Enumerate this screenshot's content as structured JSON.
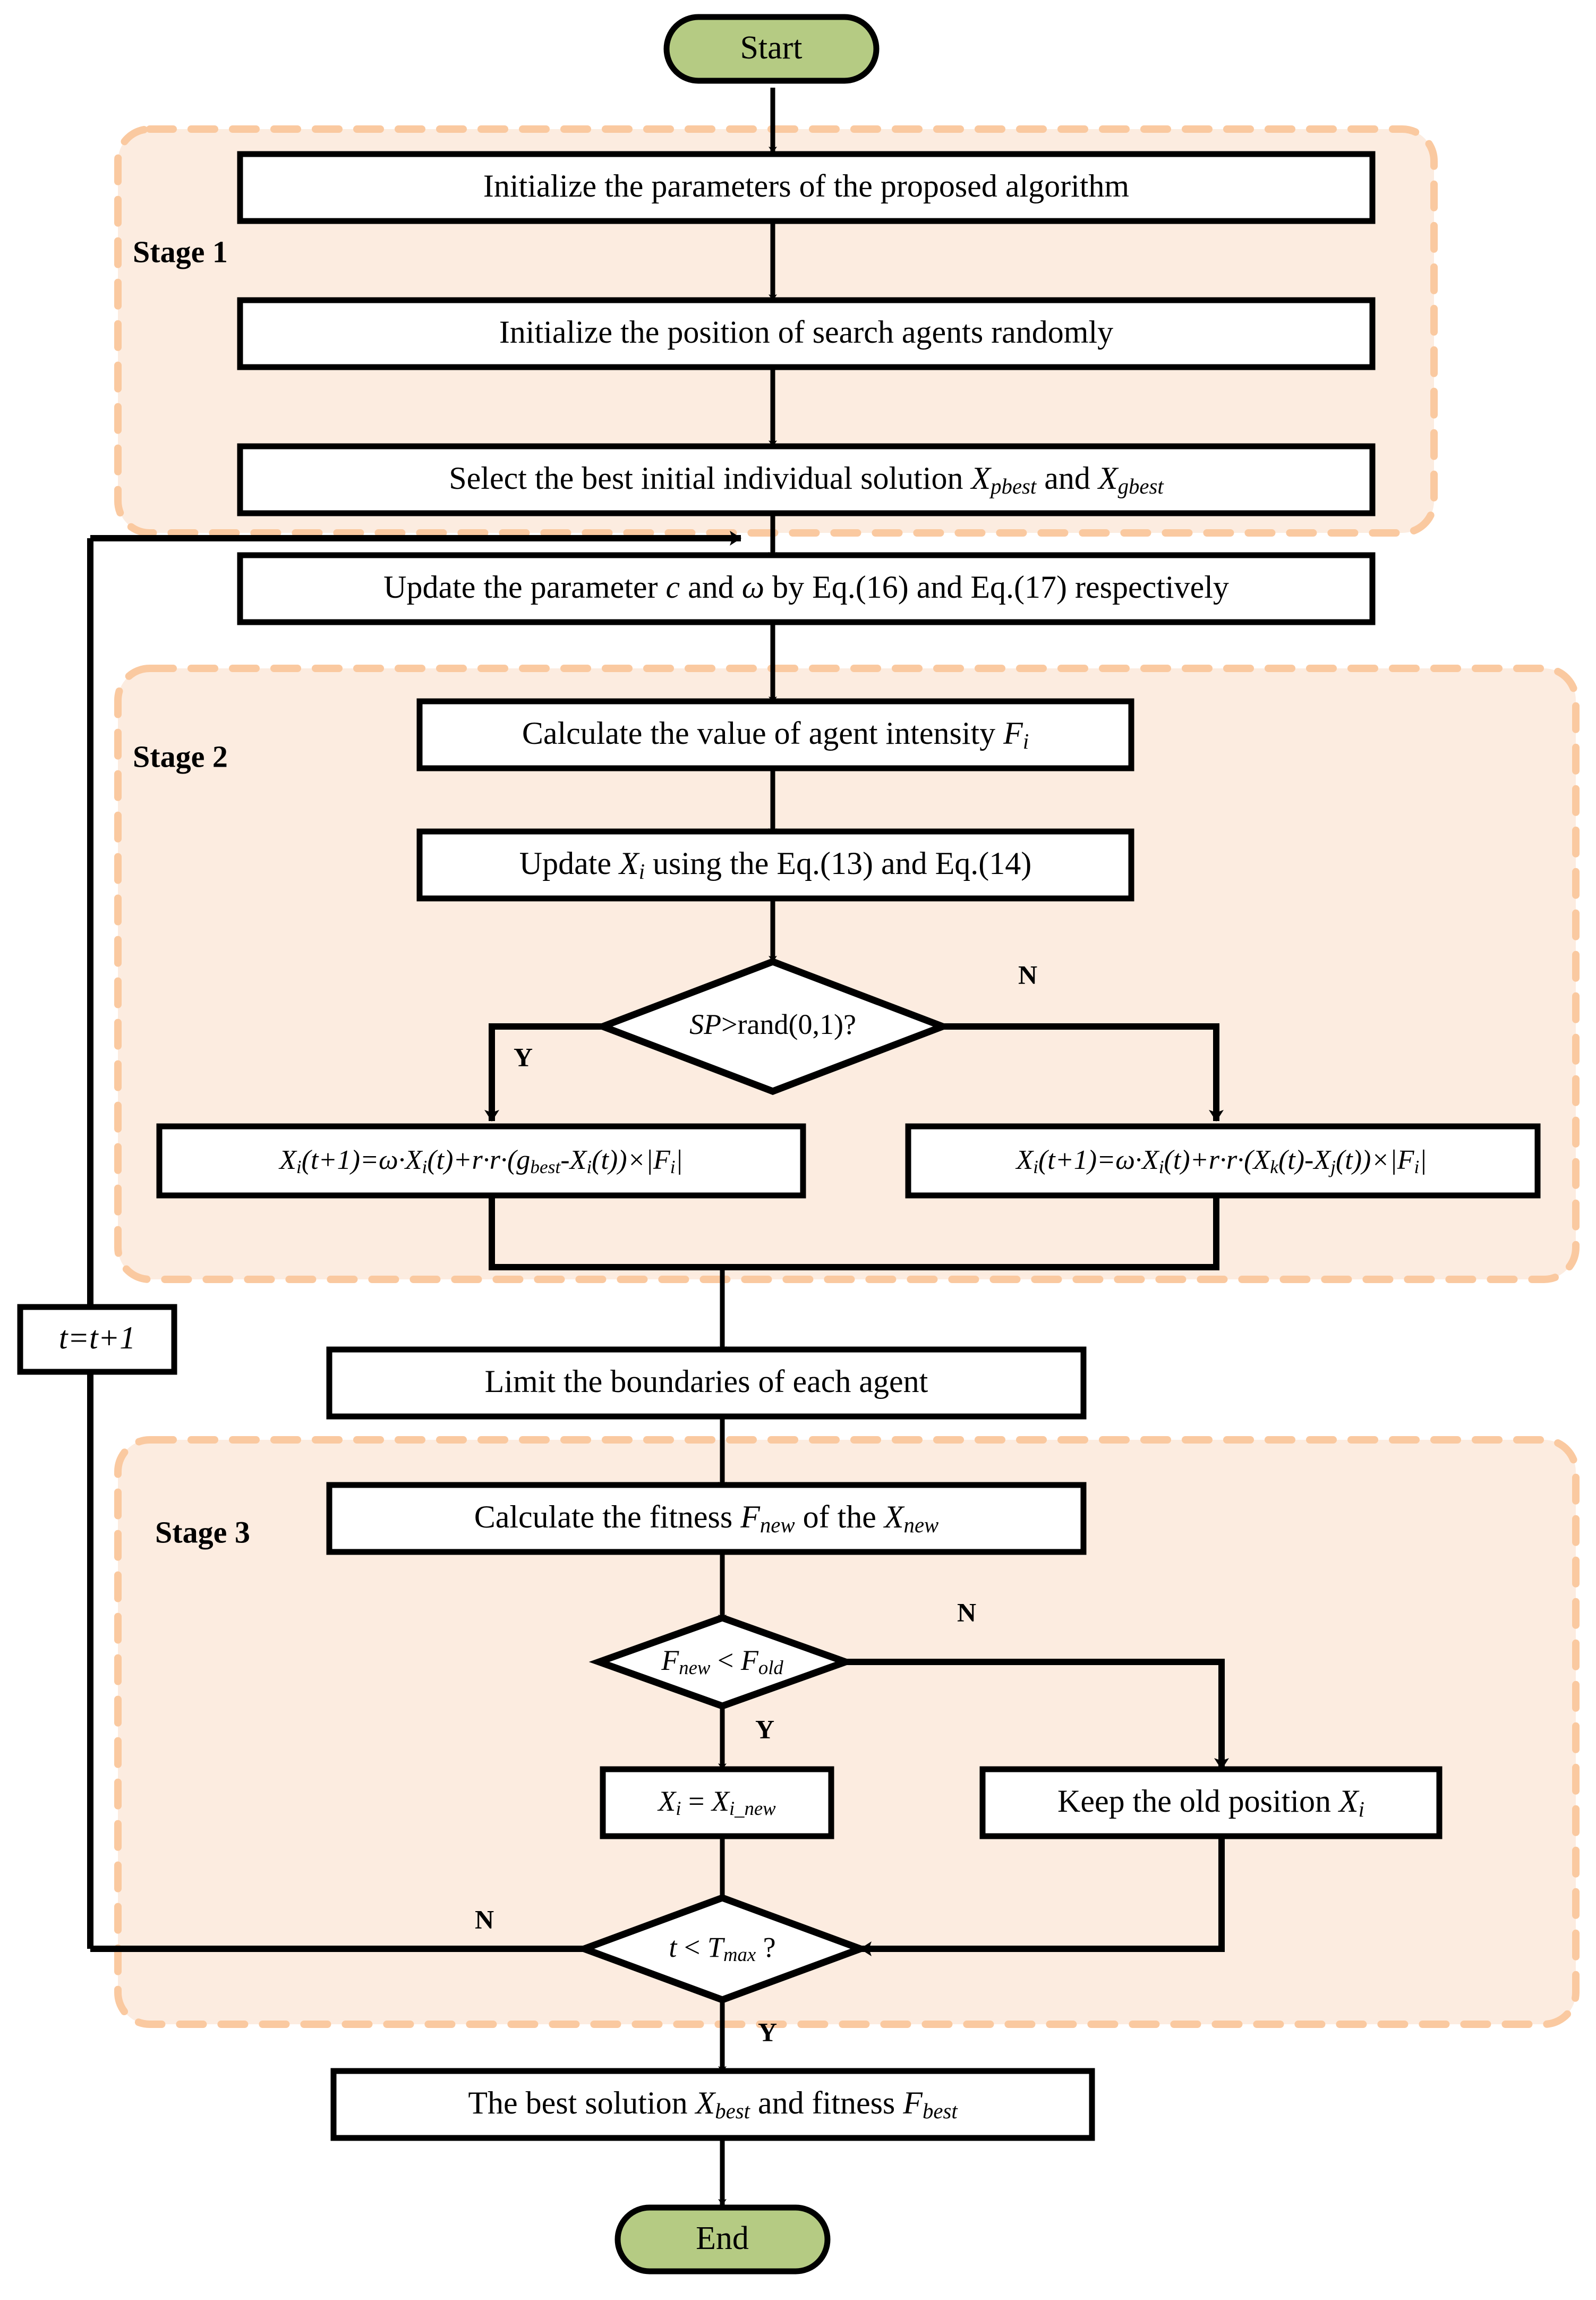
{
  "diagram": {
    "type": "flowchart",
    "title": "Flowchart of the proposed algorithm",
    "colors": {
      "terminator_fill": "#b5cb83",
      "stage_fill": "#fcece0",
      "stage_border": "#fac9a0",
      "node_fill": "#ffffff",
      "stroke": "#000000",
      "page_background": "#ffffff"
    }
  },
  "terminators": {
    "start": "Start",
    "end": "End"
  },
  "stages": [
    {
      "id": "stage1",
      "label": "Stage 1"
    },
    {
      "id": "stage2",
      "label": "Stage 2"
    },
    {
      "id": "stage3",
      "label": "Stage 3"
    }
  ],
  "nodes": {
    "init_params": "Initialize the parameters of the proposed algorithm",
    "init_positions": "Initialize the position of search agents randomly",
    "select_best_pre": "Select the best initial individual solution ",
    "select_best_x1": "X",
    "select_best_x1sub": "pbest",
    "select_best_mid": " and ",
    "select_best_x2": "X",
    "select_best_x2sub": "gbest",
    "update_param_pre": "Update the parameter ",
    "update_param_c": "c",
    "update_param_and": " and ",
    "update_param_omega": "ω",
    "update_param_post": " by Eq.(16) and Eq.(17) respectively",
    "calc_intensity_pre": "Calculate the value of agent intensity ",
    "calc_intensity_F": "F",
    "calc_intensity_Fsub": "i",
    "update_xi_pre": "Update ",
    "update_xi_X": "X",
    "update_xi_Xsub": "i",
    "update_xi_post": " using the Eq.(13) and Eq.(14)",
    "limit_bounds": "Limit the boundaries of each agent",
    "calc_fitness_pre": "Calculate the fitness ",
    "calc_fitness_F": "F",
    "calc_fitness_Fsub": "new",
    "calc_fitness_mid": " of the ",
    "calc_fitness_X": "X",
    "calc_fitness_Xsub": "new",
    "assign_new": "X",
    "assign_new_sub": "i",
    "assign_eq": " = ",
    "assign_new2": "X",
    "assign_new2_sub": "i_new",
    "keep_old_pre": "Keep the old position ",
    "keep_old_X": "X",
    "keep_old_Xsub": "i",
    "best_solution_pre": "The best solution ",
    "best_solution_X": "X",
    "best_solution_Xsub": "best",
    "best_solution_mid": " and fitness ",
    "best_solution_F": "F",
    "best_solution_Fsub": "best",
    "counter": "t=t+1"
  },
  "decisions": {
    "sp_rand": "SP>rand(0,1)?",
    "sp_rand_italic": "SP",
    "sp_rand_rest": ">rand(0,1)?",
    "fitness_cmp_Fnew": "F",
    "fitness_cmp_Fnew_sub": "new",
    "fitness_cmp_op": " < ",
    "fitness_cmp_Fold": "F",
    "fitness_cmp_Fold_sub": "old",
    "iter_cmp_t": "t",
    "iter_cmp_op": " < ",
    "iter_cmp_T": "T",
    "iter_cmp_Tsub": "max",
    "iter_cmp_q": "  ?"
  },
  "formulas": {
    "left": {
      "full": "Xi(t+1)=ω·Xi(t)+r·r·(gbest-Xi(t))×|Fi|",
      "parts": [
        {
          "t": "X",
          "s": "i"
        },
        {
          "t": "(t+1)=",
          "s": ""
        },
        {
          "t": "ω·",
          "s": ""
        },
        {
          "t": "X",
          "s": "i"
        },
        {
          "t": "(t)+r·r·(",
          "s": ""
        },
        {
          "t": "g",
          "s": "best"
        },
        {
          "t": "-",
          "s": ""
        },
        {
          "t": "X",
          "s": "i"
        },
        {
          "t": "(t))×|",
          "s": ""
        },
        {
          "t": "F",
          "s": "i"
        },
        {
          "t": "|",
          "s": ""
        }
      ]
    },
    "right": {
      "full": "Xi(t+1)=ω·Xi(t)+r·r·(Xk(t)-Xj(t))×|Fi|",
      "parts": [
        {
          "t": "X",
          "s": "i"
        },
        {
          "t": "(t+1)=",
          "s": ""
        },
        {
          "t": "ω·",
          "s": ""
        },
        {
          "t": "X",
          "s": "i"
        },
        {
          "t": "(t)+r·r·(",
          "s": ""
        },
        {
          "t": "X",
          "s": "k"
        },
        {
          "t": "(t)-",
          "s": ""
        },
        {
          "t": "X",
          "s": "j"
        },
        {
          "t": "(t))×|",
          "s": ""
        },
        {
          "t": "F",
          "s": "i"
        },
        {
          "t": "|",
          "s": ""
        }
      ]
    }
  },
  "edge_labels": {
    "sp_yes": "Y",
    "sp_no": "N",
    "fit_yes": "Y",
    "fit_no": "N",
    "iter_yes": "Y",
    "iter_no": "N"
  }
}
